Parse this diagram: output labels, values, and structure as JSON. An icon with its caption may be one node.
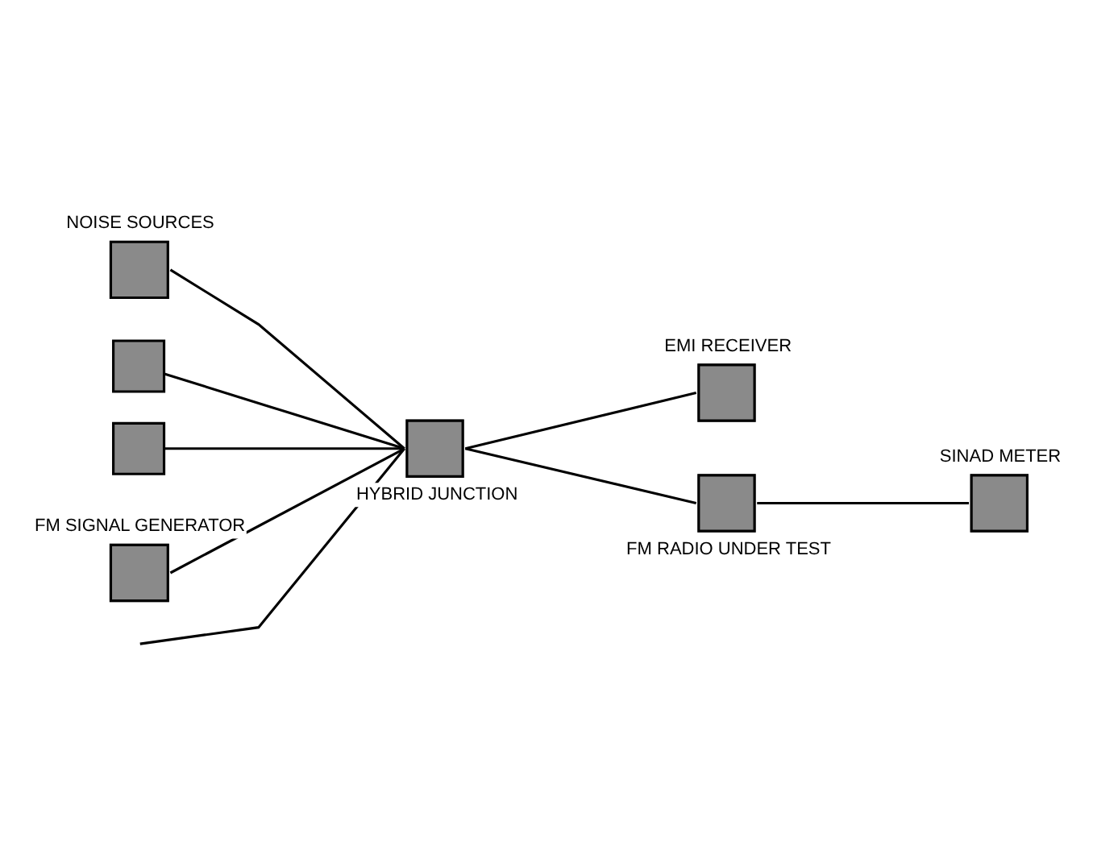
{
  "diagram": {
    "nodes": [
      {
        "text": [
          "NOISE SOURCES"
        ]
      },
      {
        "text": [],
        "shape": "box"
      },
      {
        "text": [],
        "shape": "box"
      },
      {
        "text": [
          "FM SIGNAL GENERATOR"
        ]
      },
      {
        "text": [
          "EMI RECEIVER"
        ]
      },
      {
        "text": [
          "HYBRID JUNCTION"
        ]
      },
      {
        "text": [
          "FM RADIO UNDER TEST"
        ]
      },
      {
        "text": [
          "SINAD METER"
        ]
      }
    ],
    "edges": [
      {
        "from": 0,
        "to": 5,
        "arrow": "none"
      },
      {
        "from": 1,
        "to": 5,
        "arrow": "none"
      },
      {
        "from": 2,
        "to": 5,
        "arrow": "none"
      },
      {
        "from": null,
        "to": 5,
        "arrow": "none"
      },
      {
        "from": 3,
        "to": 5,
        "arrow": "none"
      },
      {
        "from": 5,
        "to": 4,
        "arrow": "none"
      },
      {
        "from": 5,
        "to": 6,
        "arrow": "none"
      },
      {
        "from": 6,
        "to": 7,
        "arrow": "none"
      }
    ]
  }
}
